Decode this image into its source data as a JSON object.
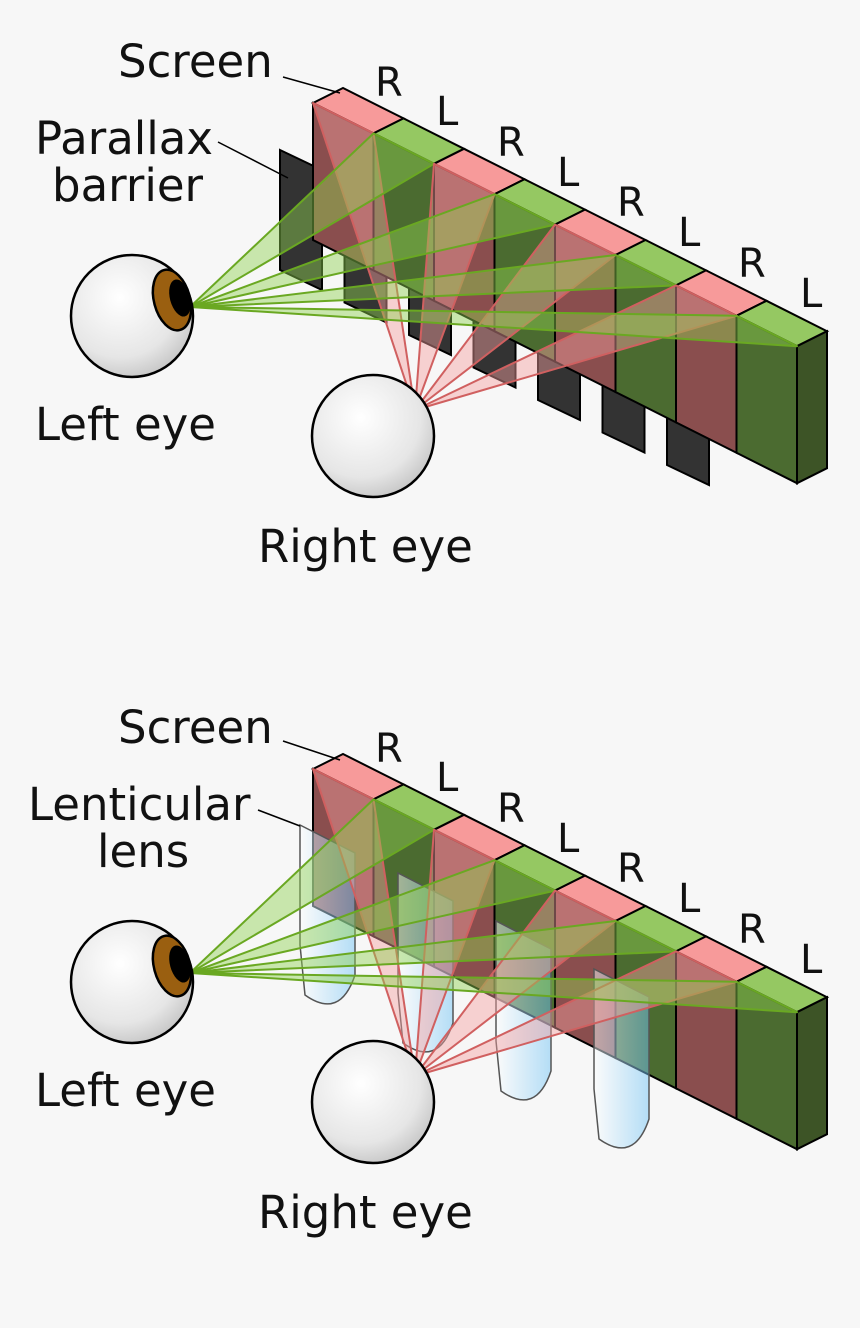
{
  "panels": [
    {
      "screen_label": "Screen",
      "element_label_lines": [
        "Parallax",
        "barrier"
      ],
      "left_eye_label": "Left eye",
      "right_eye_label": "Right eye",
      "pixel_letters": [
        "R",
        "L",
        "R",
        "L",
        "R",
        "L",
        "R",
        "L"
      ]
    },
    {
      "screen_label": "Screen",
      "element_label_lines": [
        "Lenticular",
        "lens"
      ],
      "left_eye_label": "Left eye",
      "right_eye_label": "Right eye",
      "pixel_letters": [
        "R",
        "L",
        "R",
        "L",
        "R",
        "L",
        "R",
        "L"
      ]
    }
  ],
  "colors": {
    "right_pixel": "#f79a9a",
    "left_pixel": "#95c862",
    "right_pixel_side": "#8a4e4e",
    "left_pixel_side": "#4b6b30",
    "barrier": "#333333",
    "lens": "#6fc3f5",
    "iris": "#9a5f10",
    "background": "#f7f7f7"
  }
}
